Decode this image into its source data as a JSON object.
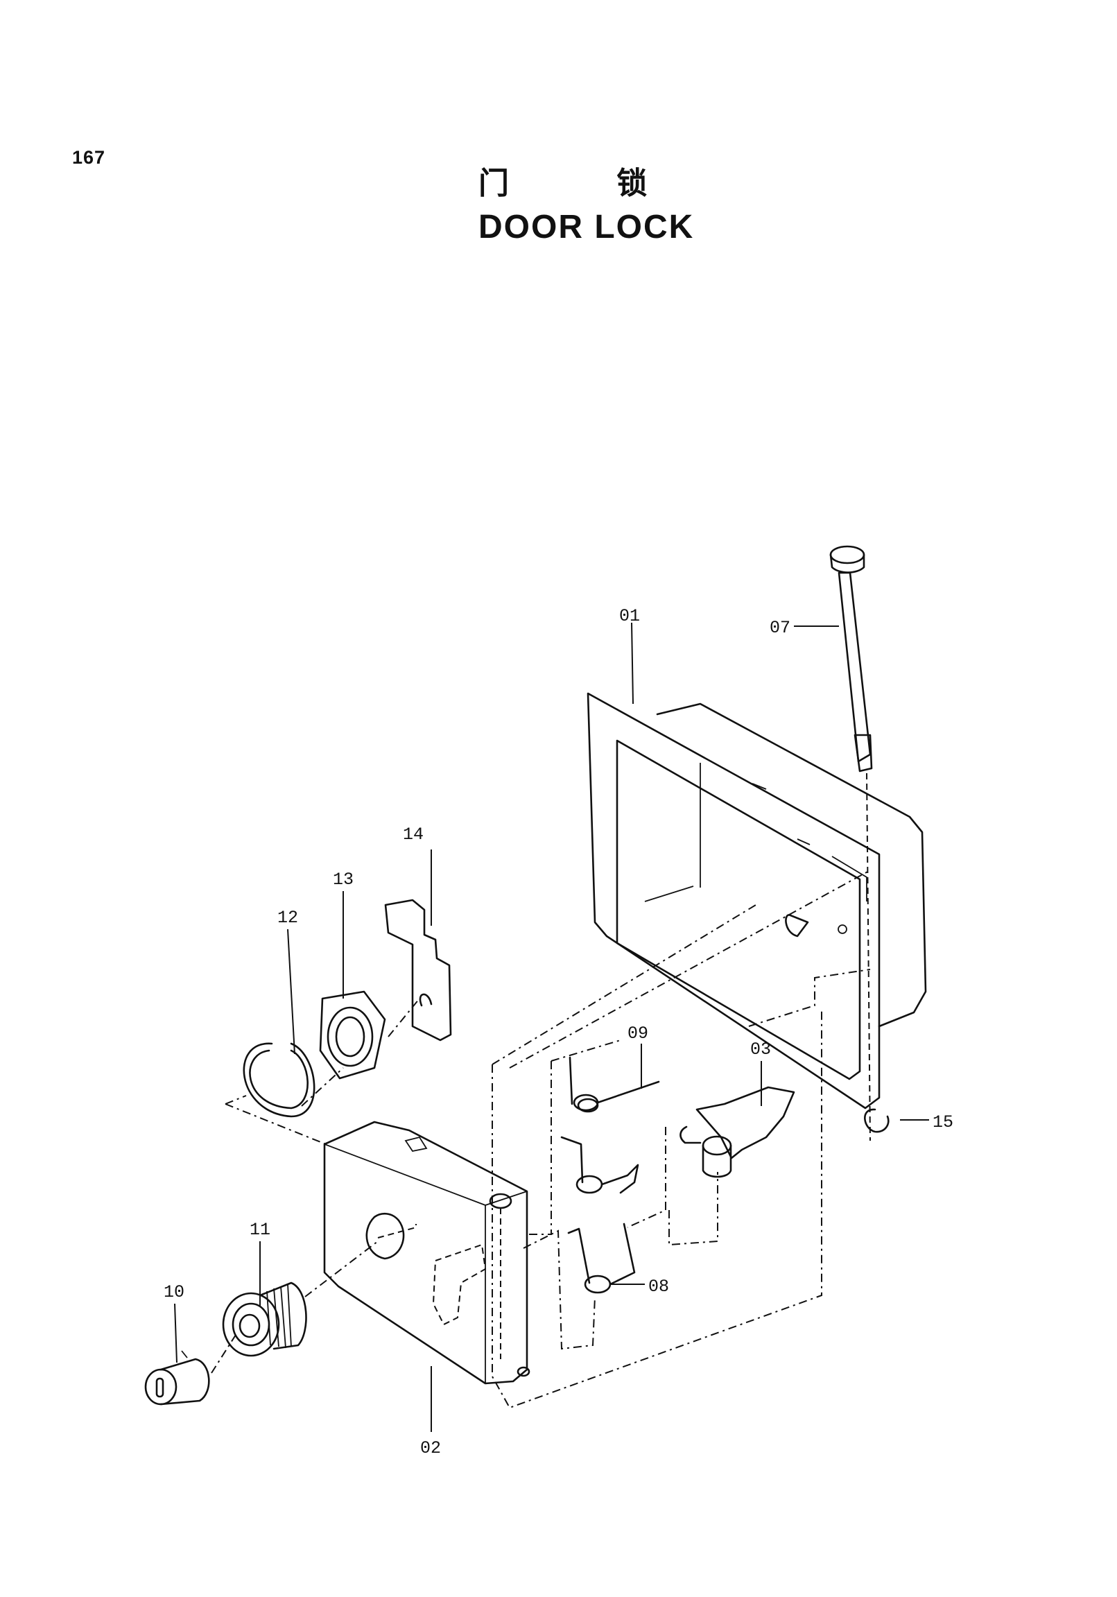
{
  "page": {
    "number": "167"
  },
  "title": {
    "chinese": "门 锁",
    "english": "DOOR LOCK"
  },
  "callouts": {
    "p01": "01",
    "p02": "02",
    "p03": "03",
    "p07": "07",
    "p08": "08",
    "p09": "09",
    "p10": "10",
    "p11": "11",
    "p12": "12",
    "p13": "13",
    "p14": "14",
    "p15": "15"
  }
}
